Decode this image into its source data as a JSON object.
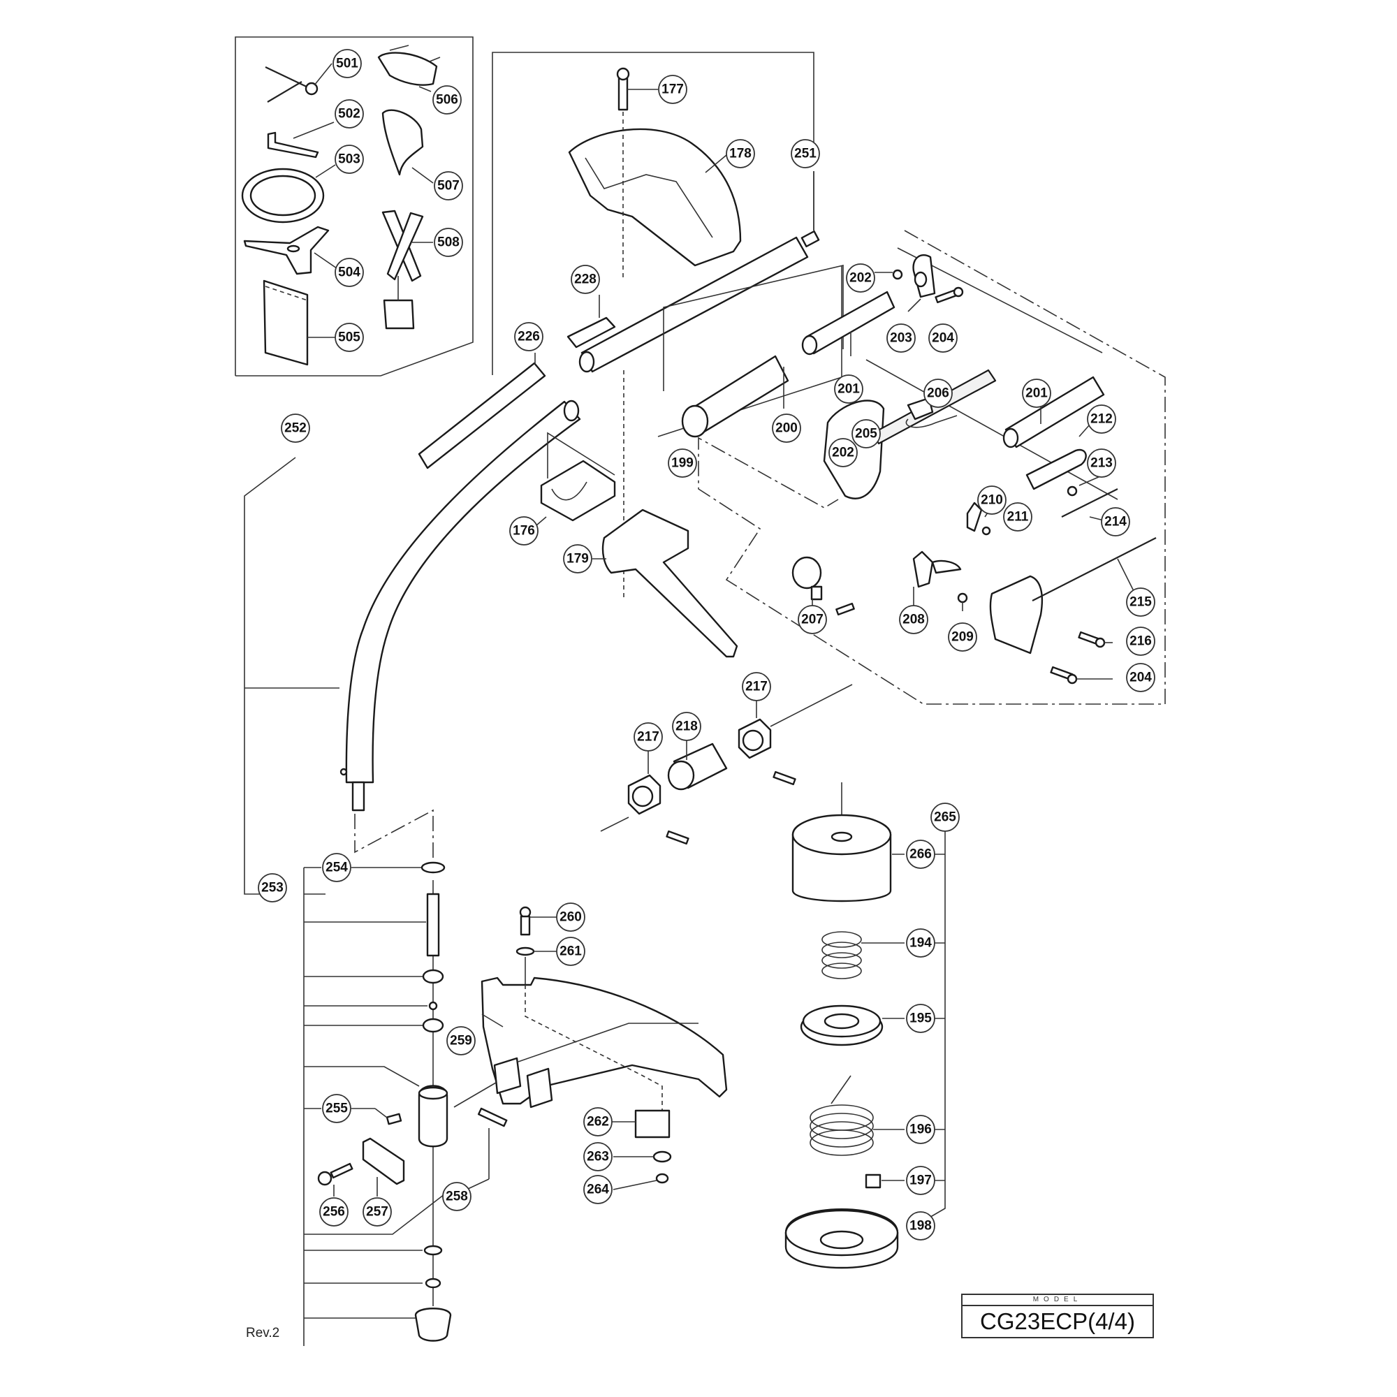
{
  "document": {
    "type": "exploded parts diagram",
    "revision": "Rev.2",
    "model_header": "MODEL",
    "model_name": "CG23ECP(4/4)"
  },
  "accessory_kit": {
    "parts": [
      "501",
      "502",
      "503",
      "504",
      "505",
      "506",
      "507",
      "508"
    ]
  },
  "callouts": {
    "c501": "501",
    "c502": "502",
    "c503": "503",
    "c504": "504",
    "c505": "505",
    "c506": "506",
    "c507": "507",
    "c508": "508",
    "c177": "177",
    "c178": "178",
    "c251": "251",
    "c228": "228",
    "c226": "226",
    "c252": "252",
    "c202a": "202",
    "c203": "203",
    "c204a": "204",
    "c201a": "201",
    "c200": "200",
    "c199": "199",
    "c206": "206",
    "c201b": "201",
    "c212": "212",
    "c205": "205",
    "c202b": "202",
    "c213": "213",
    "c210": "210",
    "c211": "211",
    "c214": "214",
    "c176": "176",
    "c179": "179",
    "c207": "207",
    "c208": "208",
    "c209": "209",
    "c215": "215",
    "c216": "216",
    "c204b": "204",
    "c217a": "217",
    "c218": "218",
    "c217b": "217",
    "c265": "265",
    "c266": "266",
    "c194": "194",
    "c195": "195",
    "c196": "196",
    "c197": "197",
    "c198": "198",
    "c254": "254",
    "c253": "253",
    "c260": "260",
    "c261": "261",
    "c259": "259",
    "c255": "255",
    "c262": "262",
    "c263": "263",
    "c264": "264",
    "c256": "256",
    "c257": "257",
    "c258": "258"
  }
}
